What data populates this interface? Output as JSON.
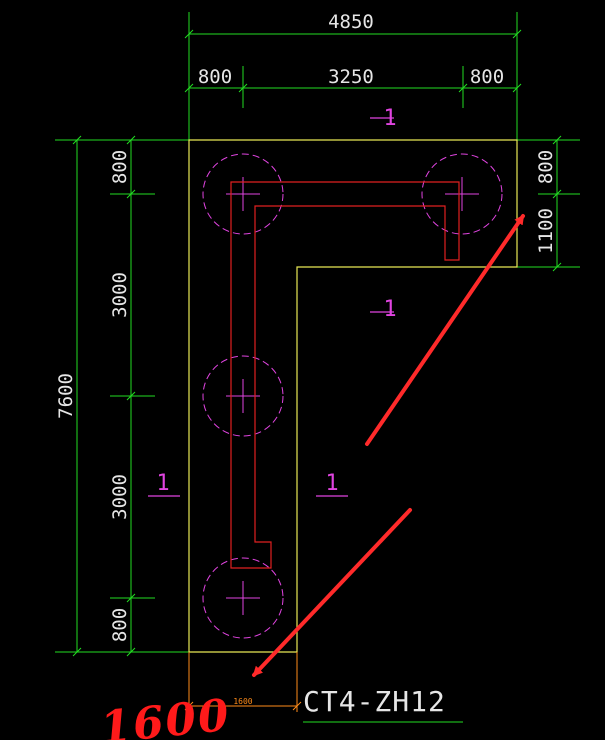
{
  "colors": {
    "background": "#000000",
    "dimension": "#22dd22",
    "outline": "#e8e855",
    "pile": "#e044e0",
    "rebar": "#e02020",
    "section_mark": "#e044e0",
    "annotation": "#ff2a2a",
    "text": "#e6e6e6",
    "small_dim": "#ff8c1a"
  },
  "dimensions": {
    "overall_width": "4850",
    "left_width": "800",
    "middle_width": "3250",
    "right_width": "800",
    "overall_height": "7600",
    "seg_top": "800",
    "seg_upper": "3000",
    "seg_lower": "3000",
    "seg_bottom": "800",
    "right_top": "800",
    "right_lower": "1100",
    "bottom_width": "1600"
  },
  "section_marks": [
    "1",
    "1",
    "1",
    "1"
  ],
  "cap_label": "CT4-ZH12",
  "handwritten_note": "1600",
  "piles": {
    "count": 4
  }
}
